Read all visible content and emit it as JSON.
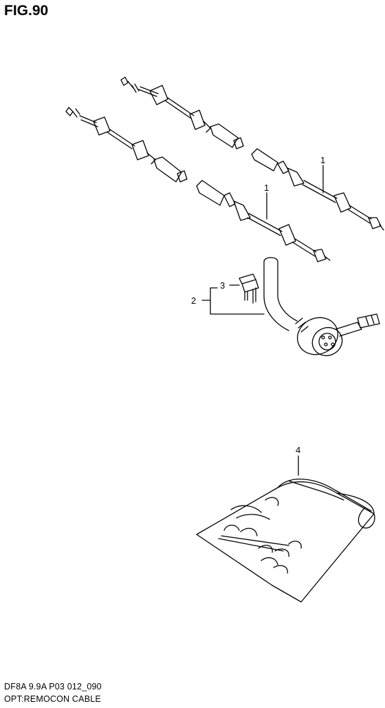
{
  "figure": {
    "title": "FIG.90"
  },
  "callouts": [
    {
      "label": "1"
    },
    {
      "label": "1"
    },
    {
      "label": "2"
    },
    {
      "label": "3"
    },
    {
      "label": "4"
    }
  ],
  "footer": {
    "model_code": "DF8A 9.9A P03 012_090",
    "caption": "OPT:REMOCON CABLE"
  }
}
